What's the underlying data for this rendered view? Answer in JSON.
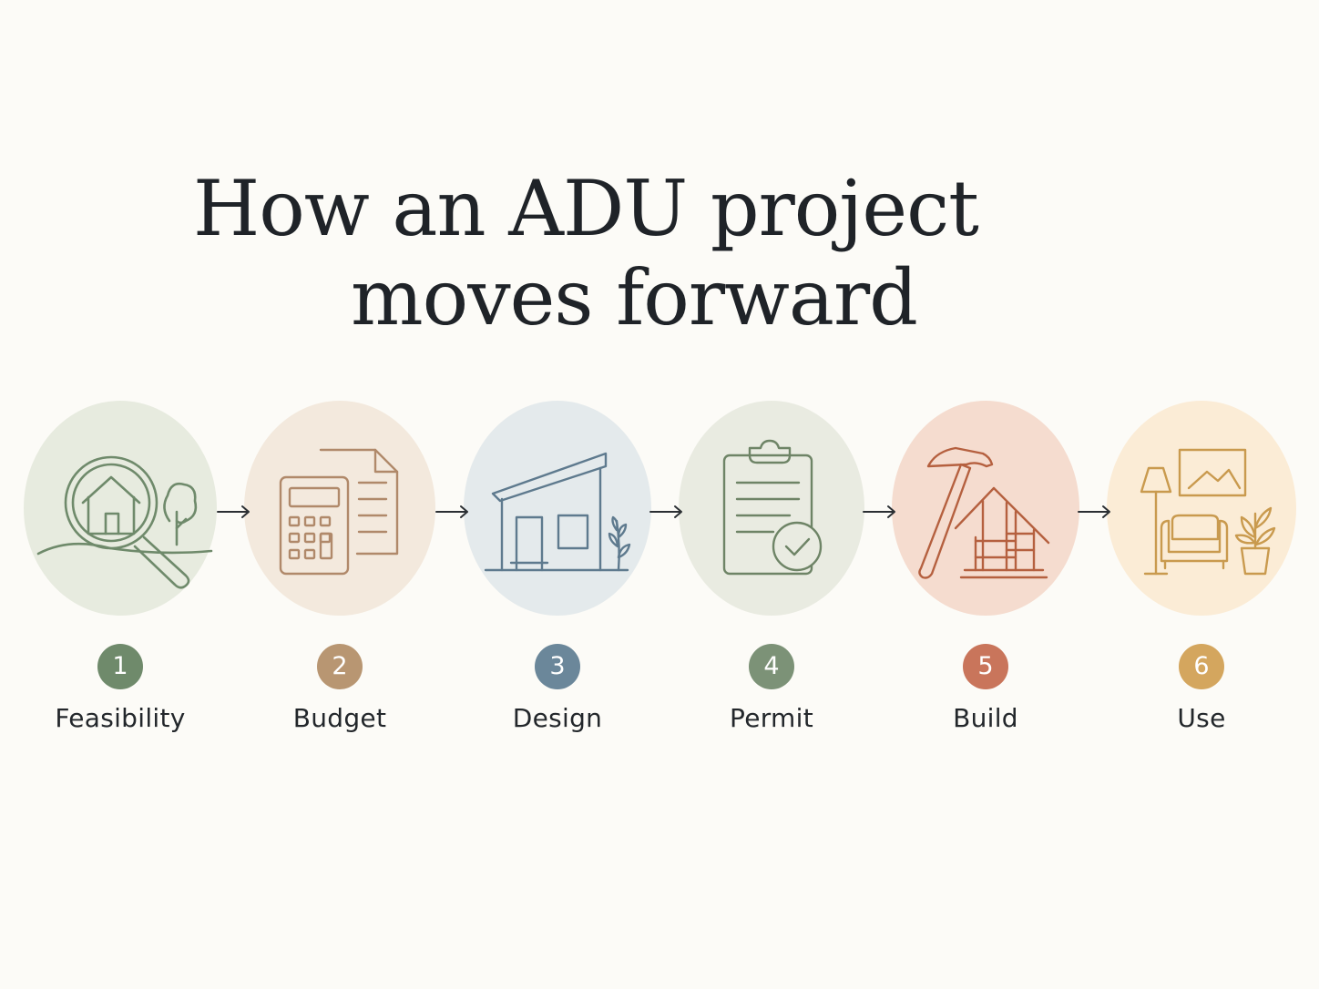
{
  "title": {
    "line1": "How an ADU project",
    "line2": "moves forward"
  },
  "steps": [
    {
      "number": "1",
      "label": "Feasibility",
      "icon": "house-magnifier-icon",
      "color": "#6f8a6b",
      "bg": "#e7ebdf"
    },
    {
      "number": "2",
      "label": "Budget",
      "icon": "calculator-document-icon",
      "color": "#b89672",
      "bg": "#f3e9dd"
    },
    {
      "number": "3",
      "label": "Design",
      "icon": "modern-house-icon",
      "color": "#6b879a",
      "bg": "#e4eaec"
    },
    {
      "number": "4",
      "label": "Permit",
      "icon": "clipboard-check-icon",
      "color": "#7c9277",
      "bg": "#e9ebe1"
    },
    {
      "number": "5",
      "label": "Build",
      "icon": "hammer-frame-icon",
      "color": "#c9755b",
      "bg": "#f5dccf"
    },
    {
      "number": "6",
      "label": "Use",
      "icon": "living-room-icon",
      "color": "#d4a65e",
      "bg": "#fbecd6"
    }
  ],
  "connector_icon": "arrow-right-icon"
}
